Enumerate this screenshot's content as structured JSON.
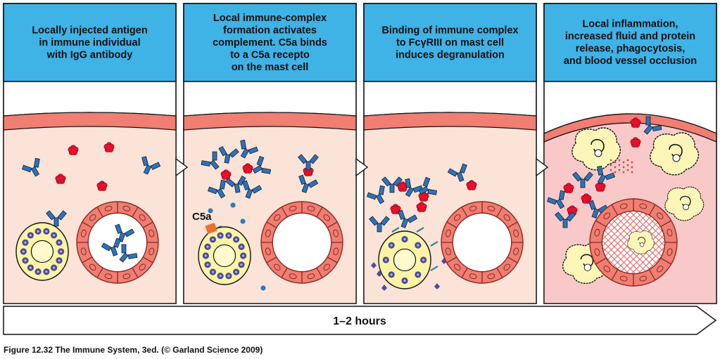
{
  "panels": [
    {
      "title_lines": [
        "Locally injected antigen",
        "in immune individual",
        "with IgG antibody"
      ]
    },
    {
      "title_lines": [
        "Local immune-complex",
        "formation activates",
        "complement. C5a binds",
        "to a C5a recepto",
        "on the mast cell"
      ]
    },
    {
      "title_lines": [
        "Binding of immune complex",
        "to FcγRIII on mast cell",
        "induces degranulation"
      ]
    },
    {
      "title_lines": [
        "Local inflammation,",
        "increased fluid and protein",
        "release, phagocytosis,",
        "and blood vessel occlusion"
      ]
    }
  ],
  "c5a_label": "C5a",
  "timeline": {
    "label": "1–2 hours"
  },
  "caption": "Figure 12.32 The Immune System, 3ed. (© Garland Science 2009)",
  "colors": {
    "header": "#3fb2e6",
    "tissue": "#fce3d8",
    "tissue_inflamed": "#f9c9c9",
    "epithelium": "#f07e72",
    "antibody": "#2f72b8",
    "antigen": "#e8112d",
    "mast_cell": "#fbf4a6",
    "granule": "#4d4b9a",
    "phagocyte": "#fbf6b8",
    "receptor": "#2e8c8a",
    "c5a_receptor": "#ec6f2f",
    "c5a": "#2a7dc0"
  }
}
